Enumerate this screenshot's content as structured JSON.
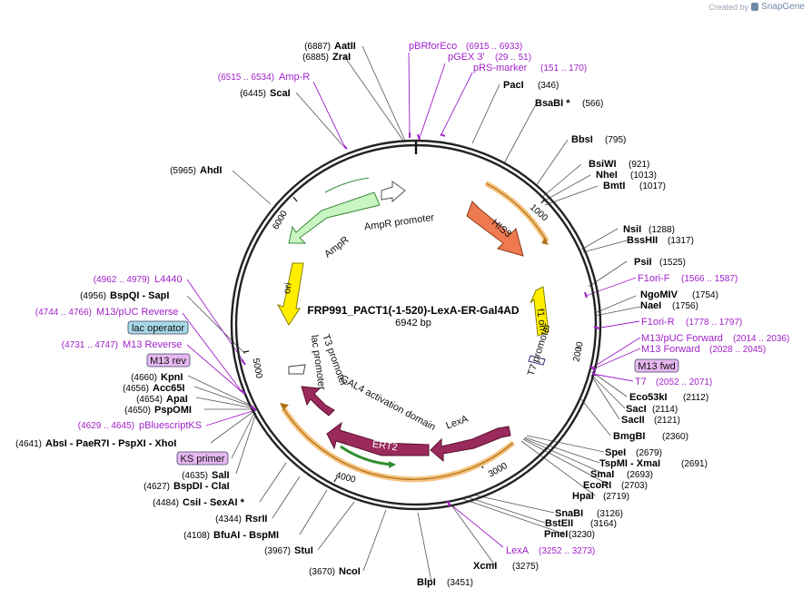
{
  "branding": {
    "created_by": "Created by",
    "app": "SnapGene"
  },
  "map": {
    "name": "FRP991_PACT1(-1-520)-LexA-ER-Gal4AD",
    "length_label": "6942 bp",
    "tick_labels": [
      "1000",
      "2000",
      "3000",
      "4000",
      "5000",
      "6000"
    ]
  },
  "features": [
    {
      "label": "HIS3",
      "color": "#f07a50"
    },
    {
      "label": "ERT2",
      "color": "#9b2a5c"
    },
    {
      "label": "LexA",
      "color": "#9b2a5c"
    },
    {
      "label": "GAL4 activation domain",
      "color": "#9b2a5c"
    },
    {
      "label": "AmpR",
      "color": "#c9f5c2"
    },
    {
      "label": "AmpR promoter",
      "color": "#ffffff"
    },
    {
      "label": "ori",
      "color": "#ffee00"
    },
    {
      "label": "f1 ori",
      "color": "#ffee00"
    },
    {
      "label": "T7 promoter",
      "color": "#ffffff"
    },
    {
      "label": "T3 promoter",
      "color": "#ffffff"
    },
    {
      "label": "lac promoter",
      "color": "#ffffff"
    }
  ],
  "boxed_labels": [
    "lac operator",
    "M13 rev",
    "KS primer",
    "M13 fwd"
  ],
  "sites": [
    {
      "name": "AatII",
      "pos": "(6887)"
    },
    {
      "name": "ZraI",
      "pos": "(6885)"
    },
    {
      "name": "ScaI",
      "pos": "(6445)"
    },
    {
      "name": "AhdI",
      "pos": "(5965)"
    },
    {
      "name": "PacI",
      "pos": "(346)"
    },
    {
      "name": "BsaBI *",
      "pos": "(566)"
    },
    {
      "name": "BbsI",
      "pos": "(795)"
    },
    {
      "name": "BsiWI",
      "pos": "(921)"
    },
    {
      "name": "NheI",
      "pos": "(1013)"
    },
    {
      "name": "BmtI",
      "pos": "(1017)"
    },
    {
      "name": "NsiI",
      "pos": "(1288)"
    },
    {
      "name": "BssHII",
      "pos": "(1317)"
    },
    {
      "name": "PsiI",
      "pos": "(1525)"
    },
    {
      "name": "NgoMIV",
      "pos": "(1754)"
    },
    {
      "name": "NaeI",
      "pos": "(1756)"
    },
    {
      "name": "Eco53kI",
      "pos": "(2112)"
    },
    {
      "name": "SacI",
      "pos": "(2114)"
    },
    {
      "name": "SacII",
      "pos": "(2121)"
    },
    {
      "name": "BmgBI",
      "pos": "(2360)"
    },
    {
      "name": "SpeI",
      "pos": "(2679)"
    },
    {
      "name": "TspMI - XmaI",
      "pos": "(2691)"
    },
    {
      "name": "SmaI",
      "pos": "(2693)"
    },
    {
      "name": "EcoRI",
      "pos": "(2703)"
    },
    {
      "name": "HpaI",
      "pos": "(2719)"
    },
    {
      "name": "SnaBI",
      "pos": "(3126)"
    },
    {
      "name": "BstEII",
      "pos": "(3164)"
    },
    {
      "name": "PmeI",
      "pos": "(3230)"
    },
    {
      "name": "XcmI",
      "pos": "(3275)"
    },
    {
      "name": "BlpI",
      "pos": "(3451)"
    },
    {
      "name": "NcoI",
      "pos": "(3670)"
    },
    {
      "name": "StuI",
      "pos": "(3967)"
    },
    {
      "name": "BfuAI - BspMI",
      "pos": "(4108)"
    },
    {
      "name": "RsrII",
      "pos": "(4344)"
    },
    {
      "name": "CsiI - SexAI *",
      "pos": "(4484)"
    },
    {
      "name": "BspDI - ClaI",
      "pos": "(4627)"
    },
    {
      "name": "SalI",
      "pos": "(4635)"
    },
    {
      "name": "AbsI - PaeR7I - PspXI - XhoI",
      "pos": "(4641)"
    },
    {
      "name": "PspOMI",
      "pos": "(4650)"
    },
    {
      "name": "ApaI",
      "pos": "(4654)"
    },
    {
      "name": "Acc65I",
      "pos": "(4656)"
    },
    {
      "name": "KpnI",
      "pos": "(4660)"
    },
    {
      "name": "BspQI - SapI",
      "pos": "(4956)"
    }
  ],
  "primers": [
    {
      "name": "pBRforEco",
      "pos": "(6915 .. 6933)"
    },
    {
      "name": "pGEX 3'",
      "pos": "(29 .. 51)"
    },
    {
      "name": "pRS-marker",
      "pos": "(151 .. 170)"
    },
    {
      "name": "Amp-R",
      "pos": "(6515 .. 6534)"
    },
    {
      "name": "F1ori-F",
      "pos": "(1566 .. 1587)"
    },
    {
      "name": "F1ori-R",
      "pos": "(1778 .. 1797)"
    },
    {
      "name": "M13/pUC Forward",
      "pos": "(2014 .. 2036)"
    },
    {
      "name": "M13 Forward",
      "pos": "(2028 .. 2045)"
    },
    {
      "name": "T7",
      "pos": "(2052 .. 2071)"
    },
    {
      "name": "LexA",
      "pos": "(3252 .. 3273)"
    },
    {
      "name": "L4440",
      "pos": "(4962 .. 4979)"
    },
    {
      "name": "M13/pUC Reverse",
      "pos": "(4744 .. 4766)"
    },
    {
      "name": "M13 Reverse",
      "pos": "(4731 .. 4747)"
    },
    {
      "name": "pBluescriptKS",
      "pos": "(4629 .. 4645)"
    }
  ]
}
